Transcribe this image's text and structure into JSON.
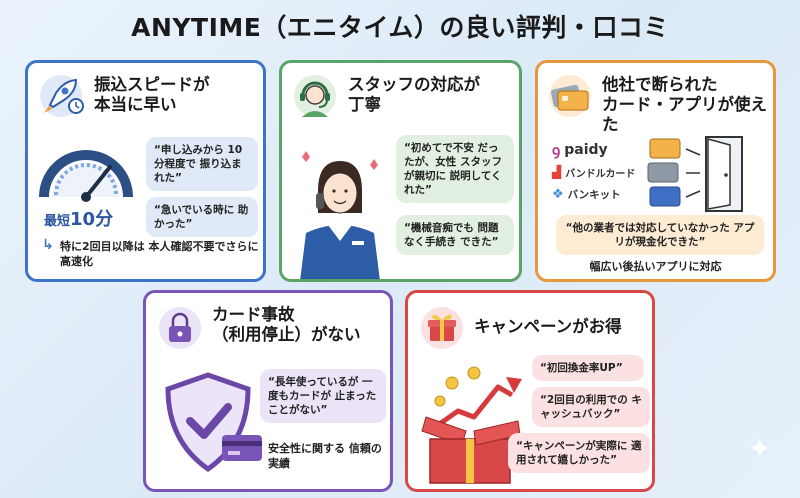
{
  "title": "ANYTIME（エニタイム）の良い評判・口コミ",
  "cards": {
    "speed": {
      "title_line1": "振込スピードが",
      "title_line2": "本当に早い",
      "quote1": "“申し込みから 10分程度で 振り込まれた”",
      "quote2": "“急いでいる時に 助かった”",
      "badge_prefix": "最短",
      "badge_value": "10分",
      "note": "特に2回目以降は 本人確認不要でさらに高速化",
      "icon": "rocket-icon",
      "accent": "#3d74c9"
    },
    "staff": {
      "title_line1": "スタッフの対応が",
      "title_line2": "丁寧",
      "quote1": "“初めてで不安 だったが、女性 スタッフが親切に 説明してくれた”",
      "quote2": "“機械音痴でも 問題なく手続き できた”",
      "icon": "headset-icon",
      "accent": "#5aa468"
    },
    "cards_apps": {
      "title_line1": "他社で断られた",
      "title_line2": "カード・アプリが使えた",
      "apps": [
        "paidy",
        "バンドルカード",
        "バンキット"
      ],
      "quote": "“他の業者では対応していなかった アプリが現金化できた”",
      "note": "幅広い後払いアプリに対応",
      "icon": "credit-cards-icon",
      "accent": "#e9973b"
    },
    "security": {
      "title_line1": "カード事故",
      "title_line2": "（利用停止）がない",
      "quote": "“長年使っているが 一度もカードが 止まったことがない”",
      "note": "安全性に関する 信頼の実績",
      "icon": "lock-icon",
      "accent": "#7a55b8"
    },
    "campaign": {
      "title_line1": "キャンペーンがお得",
      "quote1": "“初回換金率UP”",
      "quote2": "“2回目の利用での キャッシュバック”",
      "quote3": "“キャンペーンが実際に 適用されて嬉しかった”",
      "icon": "gift-icon",
      "accent": "#d94848"
    }
  }
}
